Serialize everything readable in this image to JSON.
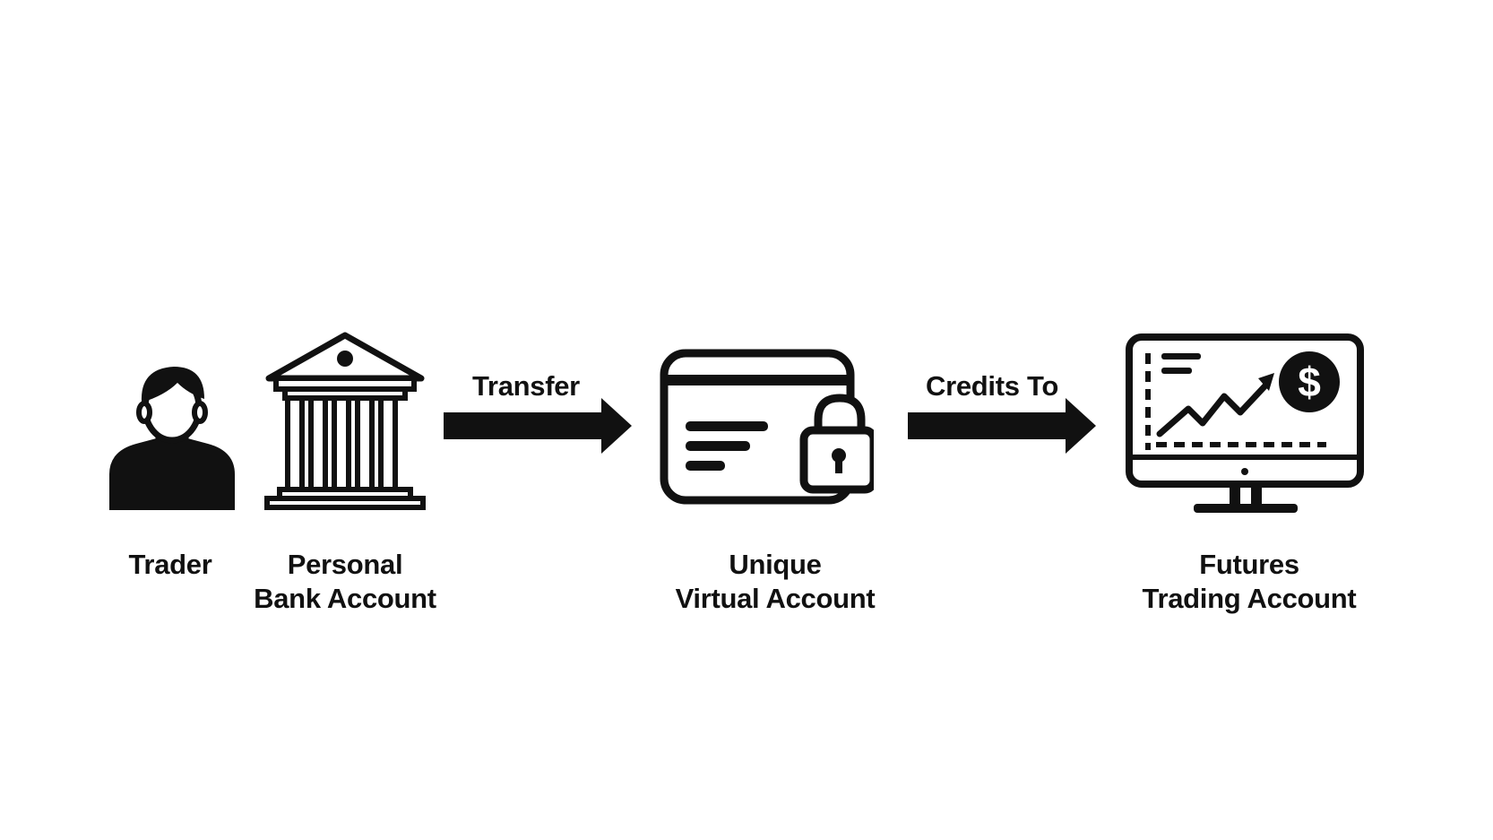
{
  "diagram": {
    "nodes": [
      {
        "id": "trader",
        "icon": "person-icon",
        "lines": [
          "Trader"
        ]
      },
      {
        "id": "bank",
        "icon": "bank-building-icon",
        "lines": [
          "Personal",
          "Bank Account"
        ]
      },
      {
        "id": "virtual",
        "icon": "locked-card-icon",
        "lines": [
          "Unique",
          "Virtual Account"
        ]
      },
      {
        "id": "futures",
        "icon": "trading-monitor-icon",
        "lines": [
          "Futures",
          "Trading Account"
        ]
      }
    ],
    "edges": [
      {
        "from": "bank",
        "to": "virtual",
        "label": "Transfer"
      },
      {
        "from": "virtual",
        "to": "futures",
        "label": "Credits To"
      }
    ],
    "colors": {
      "ink": "#111111",
      "background": "#ffffff"
    }
  }
}
